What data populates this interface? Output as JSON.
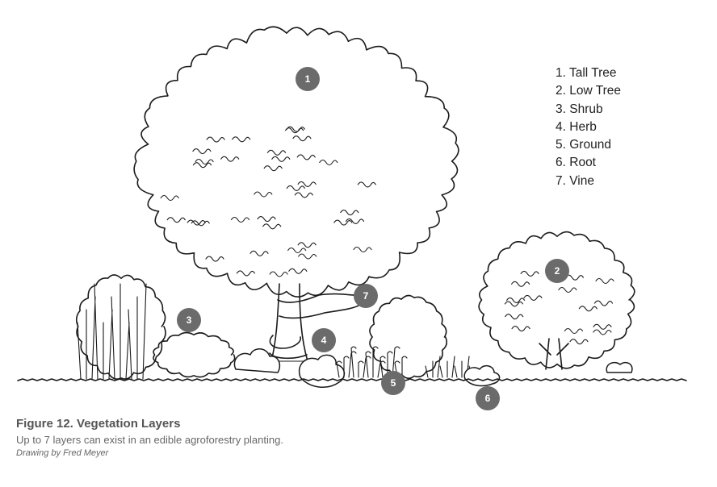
{
  "legend": {
    "items": [
      {
        "num": "1.",
        "label": "Tall Tree"
      },
      {
        "num": "2.",
        "label": "Low Tree"
      },
      {
        "num": "3.",
        "label": "Shrub"
      },
      {
        "num": "4.",
        "label": "Herb"
      },
      {
        "num": "5.",
        "label": "Ground"
      },
      {
        "num": "6.",
        "label": "Root"
      },
      {
        "num": "7.",
        "label": "Vine"
      }
    ]
  },
  "badges": [
    "1",
    "2",
    "3",
    "4",
    "5",
    "6",
    "7"
  ],
  "caption": {
    "title": "Figure 12. Vegetation Layers",
    "subtitle": "Up to 7 layers can exist in an edible agroforestry planting.",
    "credit": "Drawing by Fred Meyer"
  },
  "colors": {
    "badge": "#6b6b6b",
    "ink": "#1a1a1a",
    "caption": "#555555"
  }
}
